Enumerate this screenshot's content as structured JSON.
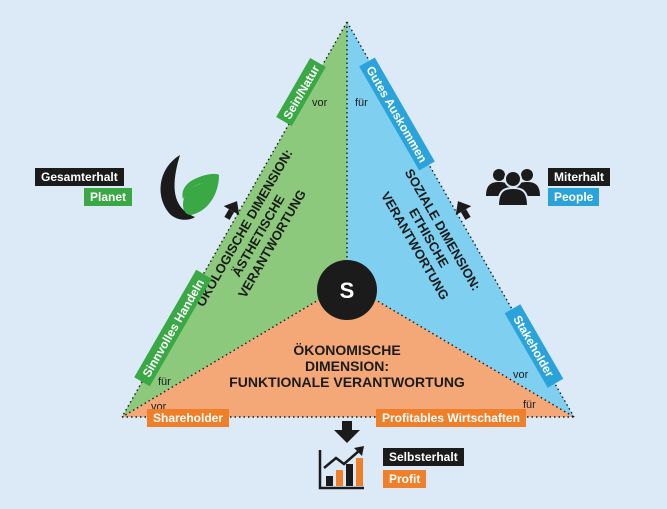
{
  "colors": {
    "background": "#dce9f6",
    "green": "#8cc97c",
    "blue": "#7fcff0",
    "orange": "#f4a878",
    "dark": "#1b1b1b",
    "tag_green": "#3aa845",
    "tag_blue": "#2aa3da",
    "tag_orange": "#f07f2a"
  },
  "icons": [
    "leaf-icon",
    "people-icon",
    "bar-chart-icon",
    "arrow-icon"
  ],
  "center_label": "S",
  "dimensions": {
    "ecological": [
      "ÖKOLOGISCHE DIMENSION:",
      "ÄSTHETISCHE",
      "VERANTWORTUNG"
    ],
    "social": [
      "SOZIALE DIMENSION:",
      "ETHISCHE",
      "VERANTWORTUNG"
    ],
    "economic": [
      "ÖKONOMISCHE",
      "DIMENSION:",
      "FUNKTIONALE VERANTWORTUNG"
    ]
  },
  "edge_tags": {
    "top_left": "Sein/Natur",
    "top_right": "Gutes Auskommen",
    "left": "Sinnvolles Handeln",
    "right": "Stakeholder",
    "bottom_left": "Shareholder",
    "bottom_right": "Profitables Wirtschaften"
  },
  "connectors": {
    "vor": "vor",
    "fuer": "für"
  },
  "outcomes": {
    "planet": {
      "title": "Gesamterhalt",
      "label": "Planet"
    },
    "people": {
      "title": "Miterhalt",
      "label": "People"
    },
    "profit": {
      "title": "Selbsterhalt",
      "label": "Profit"
    }
  }
}
